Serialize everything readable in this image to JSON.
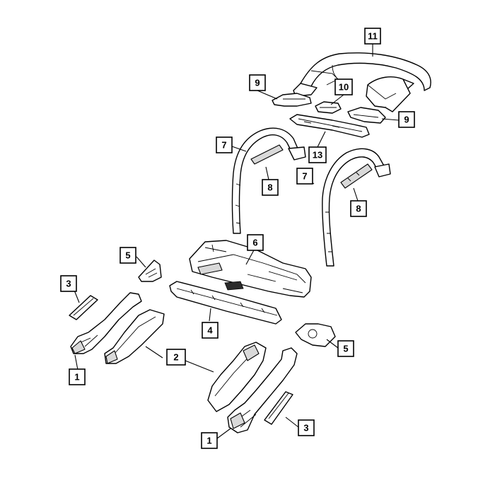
{
  "colors": {
    "line": "#000000",
    "background": "#ffffff",
    "shade": "#d9d9d9"
  },
  "callouts": [
    {
      "id": "c11",
      "label": "11"
    },
    {
      "id": "c9a",
      "label": "9"
    },
    {
      "id": "c10",
      "label": "10"
    },
    {
      "id": "c9b",
      "label": "9"
    },
    {
      "id": "c7a",
      "label": "7"
    },
    {
      "id": "c13",
      "label": "13"
    },
    {
      "id": "c8a",
      "label": "8"
    },
    {
      "id": "c7b",
      "label": "7"
    },
    {
      "id": "c8b",
      "label": "8"
    },
    {
      "id": "c5a",
      "label": "5"
    },
    {
      "id": "c6",
      "label": "6"
    },
    {
      "id": "c3a",
      "label": "3"
    },
    {
      "id": "c4",
      "label": "4"
    },
    {
      "id": "c5b",
      "label": "5"
    },
    {
      "id": "c2",
      "label": "2"
    },
    {
      "id": "c1a",
      "label": "1"
    },
    {
      "id": "c3b",
      "label": "3"
    },
    {
      "id": "c1b",
      "label": "1"
    }
  ]
}
